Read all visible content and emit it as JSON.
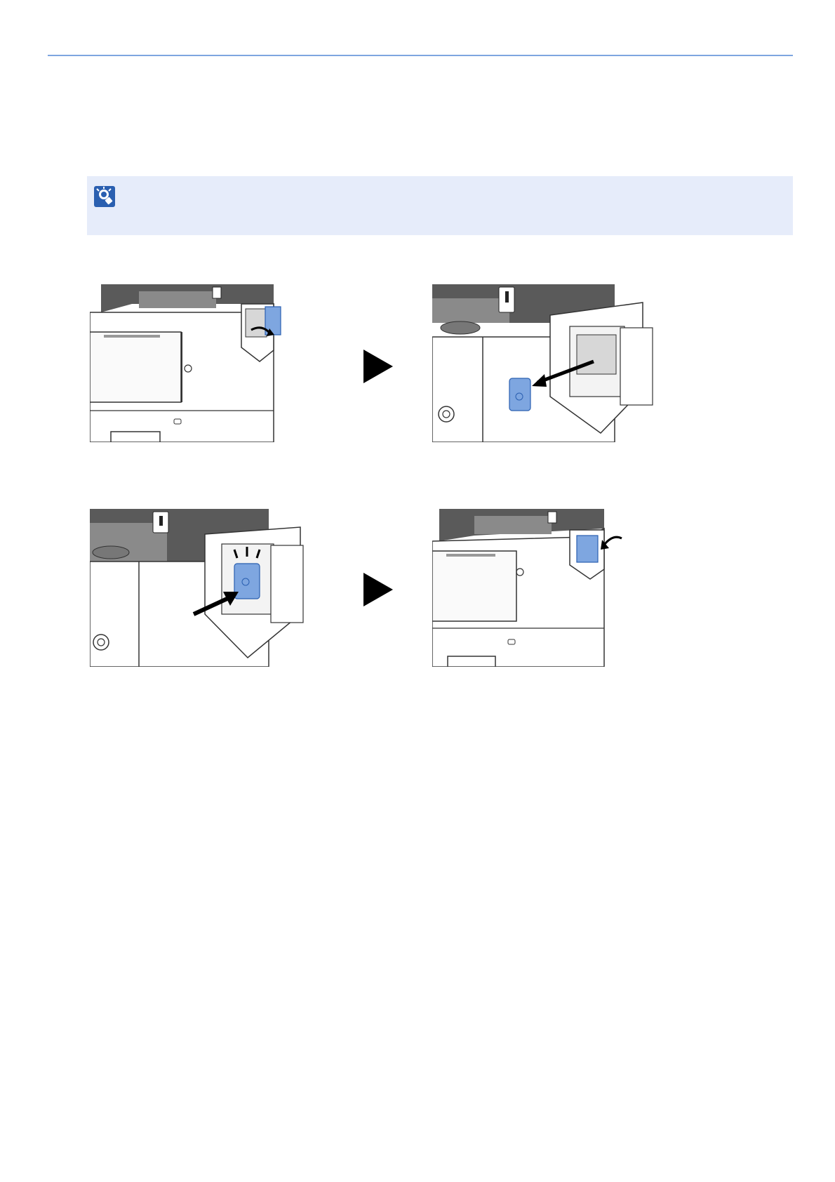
{
  "page": {
    "header_rule_color": "#7ea6e0",
    "note_bg": "#e6ecfa",
    "accent_blue": "#5b8fd8",
    "note_icon": "lightbulb-icon"
  },
  "illustrations": [
    {
      "name": "staple-cartridge-holder-open",
      "icon": "printer-finisher-illustration"
    },
    {
      "name": "staple-cartridge-remove",
      "icon": "printer-finisher-illustration"
    },
    {
      "name": "staple-cartridge-insert",
      "icon": "printer-finisher-illustration"
    },
    {
      "name": "staple-cartridge-holder-close",
      "icon": "printer-finisher-illustration"
    }
  ],
  "step_arrows": [
    "play-arrow-icon",
    "play-arrow-icon"
  ]
}
